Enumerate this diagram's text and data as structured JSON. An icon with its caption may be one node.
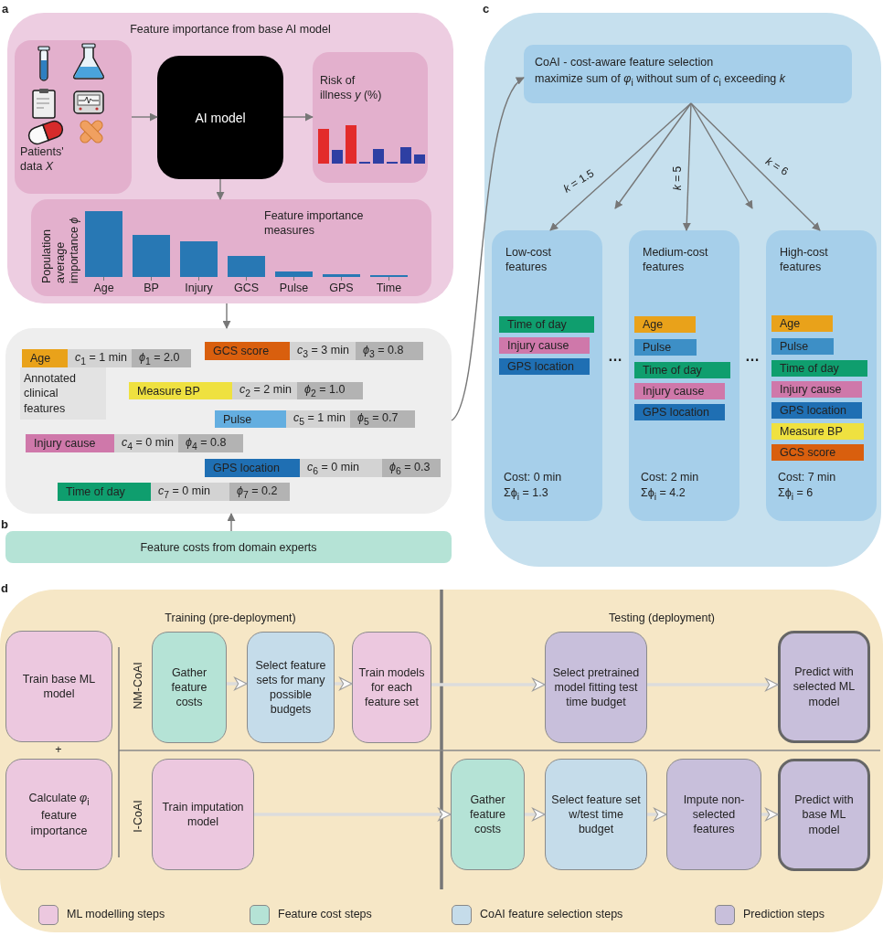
{
  "diagram": {
    "nodes": [
      {
        "text": [
          "Feature importance from base AI model"
        ]
      },
      {
        "text": [
          "Patients' data *X*"
        ],
        "in": 0
      },
      {
        "text": [
          "AI model"
        ],
        "in": 0
      },
      {
        "text": [
          "Risk of illness *y* (%)"
        ],
        "in": 0
      },
      {
        "text": [
          "Feature importance measures"
        ],
        "in": 0
      },
      {
        "text": [
          "Annotated clinical features"
        ]
      },
      {
        "text": [
          "Age"
        ],
        "in": 5
      },
      {
        "text": [
          "*c*$_{1}$ = 1 min"
        ],
        "in": 5
      },
      {
        "text": [
          "*ϕ*$_{1}$ = 2.0"
        ],
        "in": 5
      },
      {
        "text": [
          "GCS score"
        ],
        "in": 5
      },
      {
        "text": [
          "*c*$_{3}$ = 3 min"
        ],
        "in": 5
      },
      {
        "text": [
          "*ϕ*$_{3}$ = 0.8"
        ],
        "in": 5
      },
      {
        "text": [
          "Measure BP"
        ],
        "in": 5
      },
      {
        "text": [
          "*c*$_{2}$ = 2 min"
        ],
        "in": 5
      },
      {
        "text": [
          "*ϕ*$_{2}$ = 1.0"
        ],
        "in": 5
      },
      {
        "text": [
          "Pulse"
        ],
        "in": 5
      },
      {
        "text": [
          "*c*$_{5}$ = 1 min"
        ],
        "in": 5
      },
      {
        "text": [
          "*ϕ*$_{5}$ = 0.7"
        ],
        "in": 5
      },
      {
        "text": [
          "Injury cause"
        ],
        "in": 5
      },
      {
        "text": [
          "*c*$_{4}$ = 0 min"
        ],
        "in": 5
      },
      {
        "text": [
          "*ϕ*$_{4}$ = 0.8"
        ],
        "in": 5
      },
      {
        "text": [
          "GPS location"
        ],
        "in": 5
      },
      {
        "text": [
          "*c*$_{6}$ = 0 min"
        ],
        "in": 5
      },
      {
        "text": [
          "*ϕ*$_{6}$ = 0.3"
        ],
        "in": 5
      },
      {
        "text": [
          "Time of day"
        ],
        "in": 5
      },
      {
        "text": [
          "*c*$_{7}$ = 0 min"
        ],
        "in": 5
      },
      {
        "text": [
          "*ϕ*$_{7}$ = 0.2"
        ],
        "in": 5
      },
      {
        "text": [
          "Feature costs from domain experts"
        ]
      },
      {
        "text": [],
        "shape": "box"
      },
      {
        "text": [
          "CoAI - cost-aware feature selection",
          "maximize sum of *φ*$_{i}$ without sum of *c*$_{i}$ exceeding *k*"
        ],
        "in": 28
      },
      {
        "text": [
          "Low-cost features",
          "Cost: 0 min",
          "Σϕ$_{i}$ = 1.3"
        ],
        "in": 28
      },
      {
        "text": [
          "Time of day"
        ],
        "in": 30
      },
      {
        "text": [
          "Injury cause"
        ],
        "in": 30
      },
      {
        "text": [
          "GPS location"
        ],
        "in": 30
      },
      {
        "text": [
          "Medium-cost features",
          "Cost: 2 min",
          "Σϕ$_{i}$ = 4.2"
        ],
        "in": 28
      },
      {
        "text": [
          "Age"
        ],
        "in": 34
      },
      {
        "text": [
          "Pulse"
        ],
        "in": 34
      },
      {
        "text": [
          "Time of day"
        ],
        "in": 34
      },
      {
        "text": [
          "Injury cause"
        ],
        "in": 34
      },
      {
        "text": [
          "GPS location"
        ],
        "in": 34
      },
      {
        "text": [
          "High-cost features",
          "Cost: 7 min",
          "Σϕ$_{i}$ = 6"
        ],
        "in": 28
      },
      {
        "text": [
          "Age"
        ],
        "in": 40
      },
      {
        "text": [
          "Pulse"
        ],
        "in": 40
      },
      {
        "text": [
          "Time of day"
        ],
        "in": 40
      },
      {
        "text": [
          "Injury cause"
        ],
        "in": 40
      },
      {
        "text": [
          "GPS location"
        ],
        "in": 40
      },
      {
        "text": [
          "Measure BP"
        ],
        "in": 40
      },
      {
        "text": [
          "GCS score"
        ],
        "in": 40
      },
      {
        "text": [
          "Training (pre-deployment)",
          "Testing (deployment)"
        ]
      },
      {
        "text": [
          "Train base ML model"
        ],
        "in": 48
      },
      {
        "text": [
          "Calculate *φ*$_{i}$ feature importance"
        ],
        "in": 48
      },
      {
        "text": [
          "Gather feature costs"
        ],
        "in": 48
      },
      {
        "text": [
          "Select feature sets for many possible budgets"
        ],
        "in": 48
      },
      {
        "text": [
          "Train models for each feature set"
        ],
        "in": 48
      },
      {
        "text": [
          "Select pretrained model fitting test time budget"
        ],
        "in": 48
      },
      {
        "text": [
          "Predict with selected ML model"
        ],
        "in": 48
      },
      {
        "text": [
          "Train imputation model"
        ],
        "in": 48
      },
      {
        "text": [
          "Gather feature costs"
        ],
        "in": 48
      },
      {
        "text": [
          "Select feature set w/test time budget"
        ],
        "in": 48
      },
      {
        "text": [
          "Impute non-selected features"
        ],
        "in": 48
      },
      {
        "text": [
          "Predict with base ML model"
        ],
        "in": 48
      }
    ],
    "edges": [
      {
        "from": 1,
        "to": 2,
        "arrow": "to"
      },
      {
        "from": 2,
        "to": 3,
        "arrow": "to"
      },
      {
        "from": 2,
        "to": 4,
        "arrow": "to"
      },
      {
        "from": 0,
        "to": 5,
        "arrow": "to"
      },
      {
        "from": 27,
        "to": 5,
        "arrow": "to"
      },
      {
        "from": 5,
        "to": 29,
        "arrow": "to"
      },
      {
        "from": 29,
        "to": 30,
        "arrow": "to",
        "label": "*k* = 1.5"
      },
      {
        "from": 29,
        "to": null,
        "arrow": "to"
      },
      {
        "from": 29,
        "to": 34,
        "arrow": "to",
        "label": "*k* = 5"
      },
      {
        "from": 29,
        "to": null,
        "arrow": "to"
      },
      {
        "from": 29,
        "to": 40,
        "arrow": "to",
        "label": "*k* = 6"
      },
      {
        "from": 51,
        "to": 52,
        "arrow": "to",
        "style": "thick",
        "color": "#dcdcdc"
      },
      {
        "from": 52,
        "to": 53,
        "arrow": "to",
        "style": "thick",
        "color": "#dcdcdc"
      },
      {
        "from": 53,
        "to": 54,
        "arrow": "to",
        "style": "thick",
        "color": "#dcdcdc"
      },
      {
        "from": 54,
        "to": 55,
        "arrow": "to",
        "style": "thick",
        "color": "#dcdcdc"
      },
      {
        "from": 56,
        "to": 57,
        "arrow": "to",
        "style": "thick",
        "color": "#dcdcdc"
      },
      {
        "from": 57,
        "to": 58,
        "arrow": "to",
        "style": "thick",
        "color": "#dcdcdc"
      },
      {
        "from": 58,
        "to": 59,
        "arrow": "to",
        "style": "thick",
        "color": "#dcdcdc"
      },
      {
        "from": 59,
        "to": 60,
        "arrow": "to",
        "style": "thick",
        "color": "#dcdcdc"
      }
    ],
    "labels": [
      "a",
      "Population average importance *ϕ*",
      "Age",
      "BP",
      "Injury",
      "GCS",
      "Pulse",
      "GPS",
      "Time",
      "b",
      "c",
      "…",
      "…",
      "d",
      "NM-CoAI",
      "+",
      "I-CoAI"
    ],
    "legend": [
      {
        "text": "ML modelling steps",
        "color": "#ecc8df"
      },
      {
        "text": "Feature cost steps",
        "color": "#b5e3d6"
      },
      {
        "text": "CoAI feature selection steps",
        "color": "#c5dcea"
      },
      {
        "text": "Prediction steps",
        "color": "#c8bfdb"
      }
    ]
  }
}
